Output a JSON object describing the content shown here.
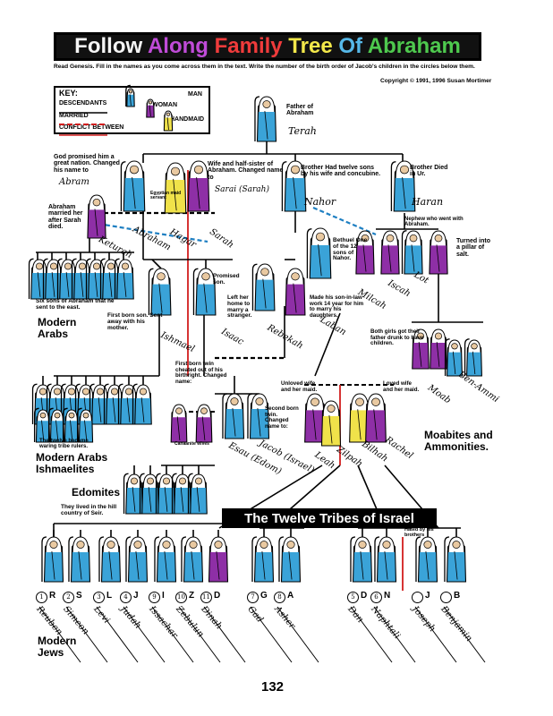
{
  "title": {
    "words": [
      {
        "text": "Follow",
        "color": "#f5f5f5"
      },
      {
        "text": "Along",
        "color": "#c04bd8"
      },
      {
        "text": "Family",
        "color": "#ef3b3b"
      },
      {
        "text": "Tree",
        "color": "#f3e84a"
      },
      {
        "text": "Of",
        "color": "#56b8e8"
      },
      {
        "text": "Abraham",
        "color": "#4ec94e"
      }
    ]
  },
  "instructions": "Read Genesis. Fill in the names as you come across them in the text. Write the number of the birth order of Jacob's children in the circles below them.",
  "copyright": "Copyright © 1991, 1996 Susan Mortimer",
  "key": {
    "heading": "KEY:",
    "rows": [
      "DESCENDANTS",
      "MARRIED",
      "CONFLICT BETWEEN"
    ],
    "icons": [
      "MAN",
      "WOMAN",
      "HANDMAID"
    ]
  },
  "colors": {
    "man": "#3aa3d8",
    "woman": "#8e2fa6",
    "handmaid": "#f0e24a",
    "red_line": "#d11d1d",
    "blue_line": "#1e7fc2",
    "skin": "#e9c9a1"
  },
  "notes": {
    "terah_desc": "Father of Abraham",
    "terah_name": "Terah",
    "god_promised": "God promised him a great nation. Changed his name to",
    "abram_name": "Abram",
    "egyptian_maid": "Egyptian maid servant",
    "sarai_desc": "Wife and half-sister of Abraham. Changed name to",
    "sarai_name": "Sarai (Sarah)",
    "nahor_desc": "Brother Had twelve sons by his wife and concubine.",
    "nahor_name": "Nahor",
    "haran_desc": "Brother Died in Ur.",
    "haran_name": "Haran",
    "married_after": "Abraham married her after Sarah died.",
    "nephew": "Nephew who went with Abraham.",
    "bethuel": "Bethuel One of the 12 sons of Nahor.",
    "pillar": "Turned into a pillar of salt.",
    "six_sons": "Six sons of Abraham that he sent to the east.",
    "first_born": "First born son. Sent away with his mother.",
    "promised_son": "Promised son.",
    "left_home": "Left her home to marry a stranger.",
    "made_son_in_law": "Made his son-in-law work 14 year for him to marry his daughters.",
    "both_girls": "Both girls got their father drunk to have children.",
    "first_born_twin": "First born twin cheated out of his birthright. Changed name:",
    "unloved_wife": "Unloved wife and her maid.",
    "second_born": "Second born twin. Changed name to:",
    "loved_wife": "Loved wife and her maid.",
    "twelve_rulers": "The twelve became waring tribe rulers.",
    "canaanite": "Canaanite wives",
    "seir": "They lived in the hill country of Seir.",
    "hated": "Hated by his brothers"
  },
  "handwritten": {
    "hagar": "Hagar",
    "sarah": "Sarah",
    "abraham": "Abraham",
    "keturah": "Keturah",
    "ishmael": "Ishmael",
    "isaac": "Isaac",
    "rebekah": "Rebekah",
    "laban": "Laban",
    "milcah": "Milcah",
    "iscah": "Iscah",
    "lot": "Lot",
    "moab": "Moab",
    "ben_ammi": "Ben-Ammi",
    "esau": "Esau (Edom)",
    "jacob": "Jacob (Israel)",
    "leah": "Leah",
    "zilpah": "Zilpah",
    "bilhah": "Bilhah",
    "rachel": "Rachel"
  },
  "group_labels": {
    "modern_arabs": "Modern Arabs",
    "modern_arabs_ishmaelites": "Modern Arabs Ishmaelites",
    "edomites": "Edomites",
    "moabites": "Moabites and Ammonities.",
    "modern_jews": "Modern Jews"
  },
  "tribes_banner": "The Twelve Tribes of Israel",
  "tribes": [
    {
      "num": "1",
      "letter": "R",
      "name": "Reuben"
    },
    {
      "num": "2",
      "letter": "S",
      "name": "Simeon"
    },
    {
      "num": "3",
      "letter": "L",
      "name": "Levi"
    },
    {
      "num": "4",
      "letter": "J",
      "name": "Judah"
    },
    {
      "num": "9",
      "letter": "I",
      "name": "Issachar"
    },
    {
      "num": "10",
      "letter": "Z",
      "name": "Zebulun"
    },
    {
      "num": "11",
      "letter": "D",
      "name": "Dinah"
    },
    {
      "num": "7",
      "letter": "G",
      "name": "Gad"
    },
    {
      "num": "8",
      "letter": "A",
      "name": "Asher"
    },
    {
      "num": "5",
      "letter": "D",
      "name": "Dan"
    },
    {
      "num": "6",
      "letter": "N",
      "name": "Naphtali"
    },
    {
      "num": "",
      "letter": "J",
      "name": "Joseph"
    },
    {
      "num": "",
      "letter": "B",
      "name": "Benjamin"
    }
  ],
  "page_number": "132"
}
